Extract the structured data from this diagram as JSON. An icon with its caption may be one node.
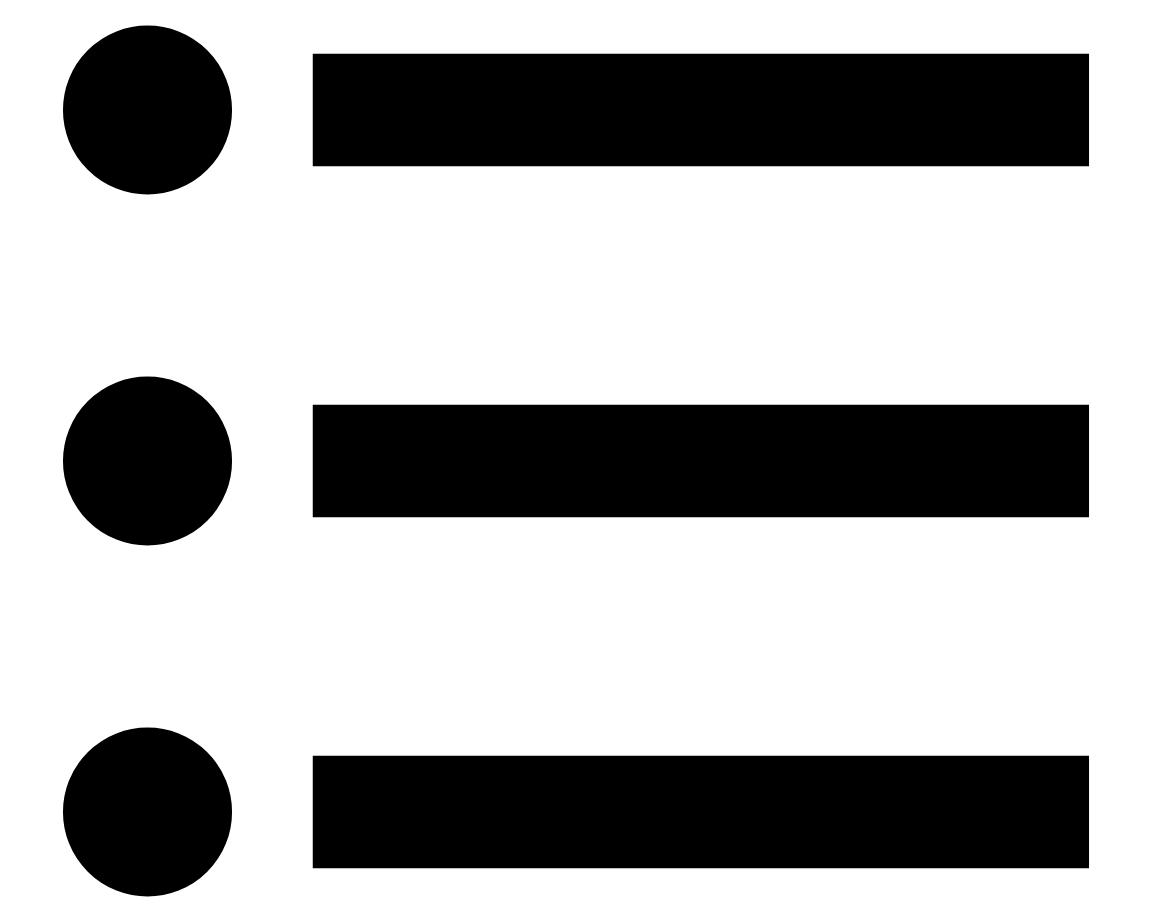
{
  "diagram": {
    "nodes": [
      {
        "text": [],
        "shape": "circle"
      },
      {
        "text": [],
        "shape": "bar"
      },
      {
        "text": [],
        "shape": "circle"
      },
      {
        "text": [],
        "shape": "bar"
      },
      {
        "text": [],
        "shape": "circle"
      },
      {
        "text": [],
        "shape": "bar"
      }
    ]
  }
}
